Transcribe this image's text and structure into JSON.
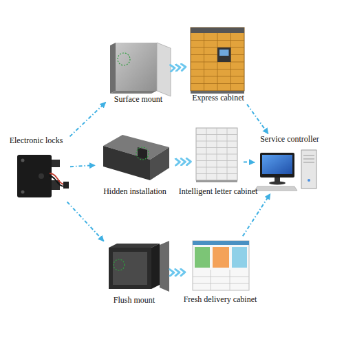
{
  "diagram": {
    "nodes": [
      {
        "text": [
          "Surface mount"
        ]
      },
      {
        "text": [
          "Express cabinet"
        ]
      },
      {
        "text": [
          "Electronic locks"
        ]
      },
      {
        "text": [
          "Service controller"
        ]
      },
      {
        "text": [
          "Hidden installation"
        ]
      },
      {
        "text": [
          "Intelligent letter cabinet"
        ]
      },
      {
        "text": [
          "Flush mount"
        ]
      },
      {
        "text": [
          "Fresh delivery cabinet"
        ]
      }
    ],
    "edges": [
      {
        "from": 2,
        "to": 0,
        "arrow": "to"
      },
      {
        "from": 2,
        "to": 4,
        "arrow": "to"
      },
      {
        "from": 2,
        "to": 6,
        "arrow": "to"
      },
      {
        "from": 0,
        "to": 1,
        "arrow": "to"
      },
      {
        "from": 4,
        "to": 5,
        "arrow": "to"
      },
      {
        "from": 6,
        "to": 7,
        "arrow": "to"
      },
      {
        "from": 1,
        "to": 3,
        "arrow": "to"
      },
      {
        "from": 5,
        "to": 3,
        "arrow": "to"
      },
      {
        "from": 7,
        "to": 3,
        "arrow": "to"
      }
    ]
  }
}
